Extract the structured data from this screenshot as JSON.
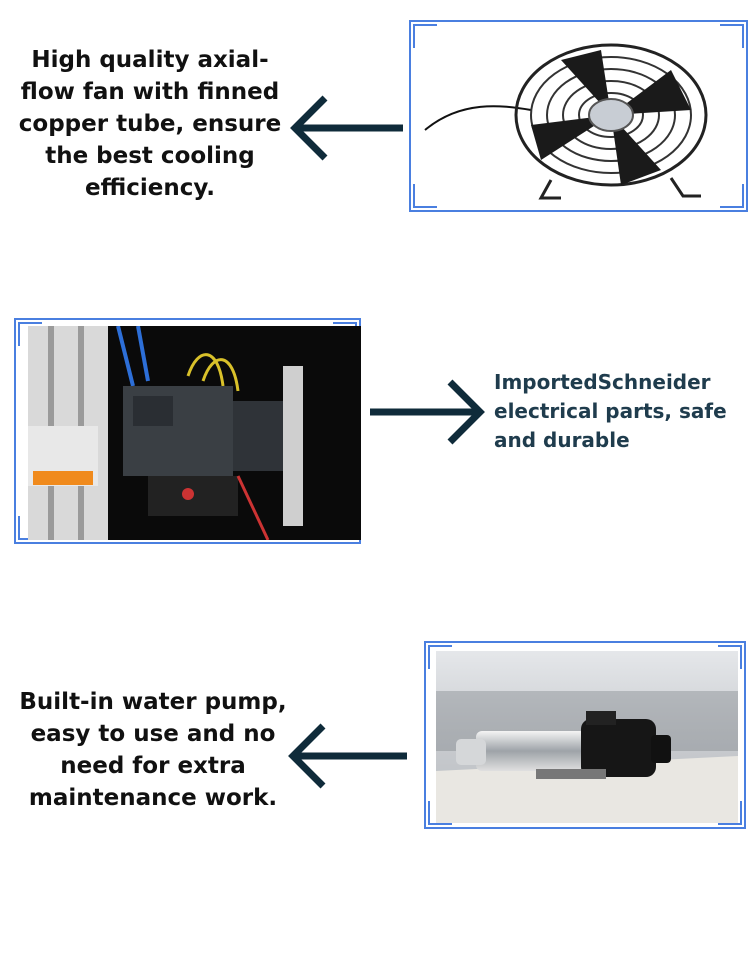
{
  "features": [
    {
      "text": "High quality axial-flow fan with finned copper tube, ensure the best cooling efficiency.",
      "image": "axial-fan-image",
      "arrow": "arrow-left-icon"
    },
    {
      "text": "ImportedSchneider electrical parts, safe and durable",
      "image": "electrical-panel-image",
      "arrow": "arrow-right-icon"
    },
    {
      "text": "Built-in water pump, easy to use and no need for extra maintenance work.",
      "image": "water-pump-image",
      "arrow": "arrow-left-icon"
    }
  ],
  "colors": {
    "frame": "#4a7fe0",
    "arrow": "#0f2b3a",
    "text_dark": "#111111",
    "text_blue": "#1f3c4d"
  }
}
